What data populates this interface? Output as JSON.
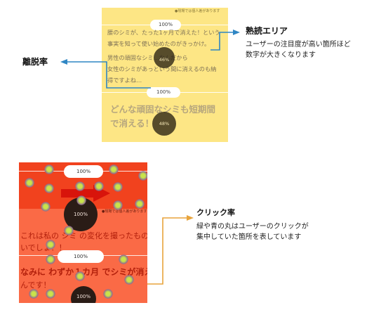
{
  "heatmap": {
    "note": "●現場では個人差があります",
    "pill_top": "100%",
    "pill_mid": "100%",
    "paragraph_lines": [
      "腰のシミが、たった1ヶ月で消えた！という",
      "事実を知って使い始めたのがきっかけ。",
      "",
      "男性の頑固なシミ…なんだから",
      "女性のシミがあっという間に消えるのも納",
      "得ですよね…"
    ],
    "heading_lines": [
      "どんな頑固なシミも短期間",
      "で消える！"
    ],
    "circle_mid": "46%",
    "circle_low": "48%"
  },
  "clickmap": {
    "pill_top": "100%",
    "pill_mid": "100%",
    "bigdot_mid": "100%",
    "bigdot_low": "100%",
    "small_note": "●現場では個人差があります",
    "line1": "これは私の シミ の変化を撮ったものです。",
    "line2": "いでしょ？！",
    "line3": "なみに わずか１カ月 でシミが消え",
    "line4": "んです！"
  },
  "annotations": {
    "hot_area_title": "熟読エリア",
    "hot_area_desc": [
      "ユーザーの注目度が高い箇所ほど",
      "数字が大きくなります"
    ],
    "exit_rate_title": "離脱率",
    "click_rate_title": "クリック率",
    "click_rate_desc": [
      "緑や青の丸はユーザーのクリックが",
      "集中していた箇所を表しています"
    ]
  },
  "colors": {
    "heatmap_bg": "#fde685",
    "click_bg": "#fa6a46",
    "blue_arrow": "#2f86c4",
    "orange_line": "#e8a43c"
  }
}
